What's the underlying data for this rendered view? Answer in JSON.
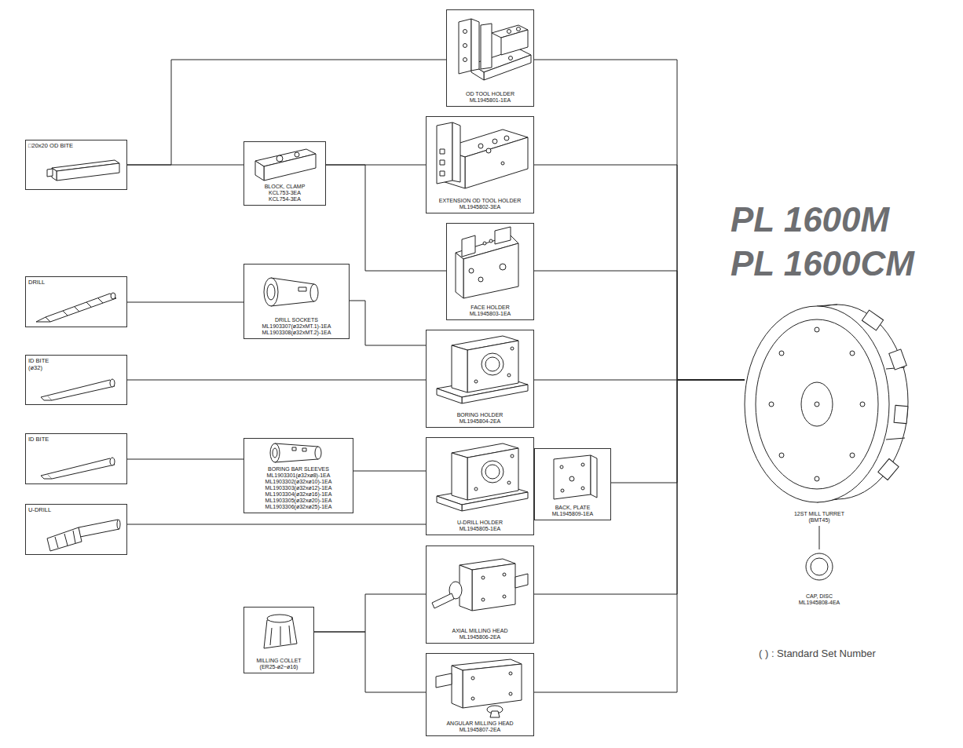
{
  "diagram": {
    "nodes": [
      {
        "text": [
          "□20x20 OD BITE"
        ]
      },
      {
        "text": [
          "OD TOOL HOLDER",
          "ML1945801-1EA"
        ]
      },
      {
        "text": [
          "BLOCK, CLAMP",
          "KCL753-3EA",
          "KCL754-3EA"
        ]
      },
      {
        "text": [
          "EXTENSION OD TOOL HOLDER",
          "ML1945802-3EA"
        ]
      },
      {
        "text": [
          "FACE HOLDER",
          "ML1945803-1EA"
        ]
      },
      {
        "text": [
          "DRILL"
        ]
      },
      {
        "text": [
          "DRILL SOCKETS",
          "ML1903307(ø32xMT.1)-1EA",
          "ML1903308(ø32xMT.2)-1EA"
        ]
      },
      {
        "text": [
          "ID BITE",
          "(ø32)"
        ]
      },
      {
        "text": [
          "BORING HOLDER",
          "ML1945804-2EA"
        ]
      },
      {
        "text": [
          "ID BITE"
        ]
      },
      {
        "text": [
          "BORING BAR SLEEVES",
          "ML1903301(ø32xø8)-1EA",
          "ML1903302(ø32xø10)-1EA",
          "ML1903303(ø32xø12)-1EA",
          "ML1903304(ø32xø16)-1EA",
          "ML1903305(ø32xø20)-1EA",
          "ML1903306(ø32xø25)-1EA"
        ]
      },
      {
        "text": [
          "U-DRILL HOLDER",
          "ML1945805-1EA"
        ]
      },
      {
        "text": [
          "BACK, PLATE",
          "ML1945809-1EA"
        ]
      },
      {
        "text": [
          "U-DRILL"
        ]
      },
      {
        "text": [
          "AXIAL MILLING HEAD",
          "ML1945806-2EA"
        ]
      },
      {
        "text": [
          "MILLING COLLET",
          "(ER25-ø2~ø16)"
        ]
      },
      {
        "text": [
          "ANGULAR MILLING HEAD",
          "ML1945807-2EA"
        ]
      },
      {
        "text": [
          "12ST MILL TURRET",
          "(BMT45)"
        ]
      },
      {
        "text": [
          "CAP, DISC",
          "ML1945808-4EA"
        ]
      }
    ],
    "edges": [
      {
        "from": 0,
        "to": 1,
        "arrow": "none"
      },
      {
        "from": 0,
        "to": 2,
        "arrow": "none"
      },
      {
        "from": 2,
        "to": 3,
        "arrow": "none"
      },
      {
        "from": 2,
        "to": 4,
        "arrow": "none"
      },
      {
        "from": 5,
        "to": 6,
        "arrow": "none"
      },
      {
        "from": 6,
        "to": 8,
        "arrow": "none"
      },
      {
        "from": 7,
        "to": 8,
        "arrow": "none"
      },
      {
        "from": 9,
        "to": 10,
        "arrow": "none"
      },
      {
        "from": 10,
        "to": 11,
        "arrow": "none"
      },
      {
        "from": 13,
        "to": 11,
        "arrow": "none"
      },
      {
        "from": 1,
        "to": 17,
        "arrow": "none"
      },
      {
        "from": 3,
        "to": 17,
        "arrow": "none"
      },
      {
        "from": 4,
        "to": 17,
        "arrow": "none"
      },
      {
        "from": 8,
        "to": 17,
        "arrow": "none"
      },
      {
        "from": 12,
        "to": 17,
        "arrow": "none"
      },
      {
        "from": 14,
        "to": 17,
        "arrow": "none"
      },
      {
        "from": 16,
        "to": 17,
        "arrow": "none"
      },
      {
        "from": 15,
        "to": 14,
        "arrow": "none"
      },
      {
        "from": 15,
        "to": 16,
        "arrow": "none"
      },
      {
        "from": 17,
        "to": 18,
        "arrow": "none"
      }
    ],
    "labels": [
      "PL 1600M",
      "PL 1600CM",
      "( ) : Standard Set Number"
    ]
  }
}
